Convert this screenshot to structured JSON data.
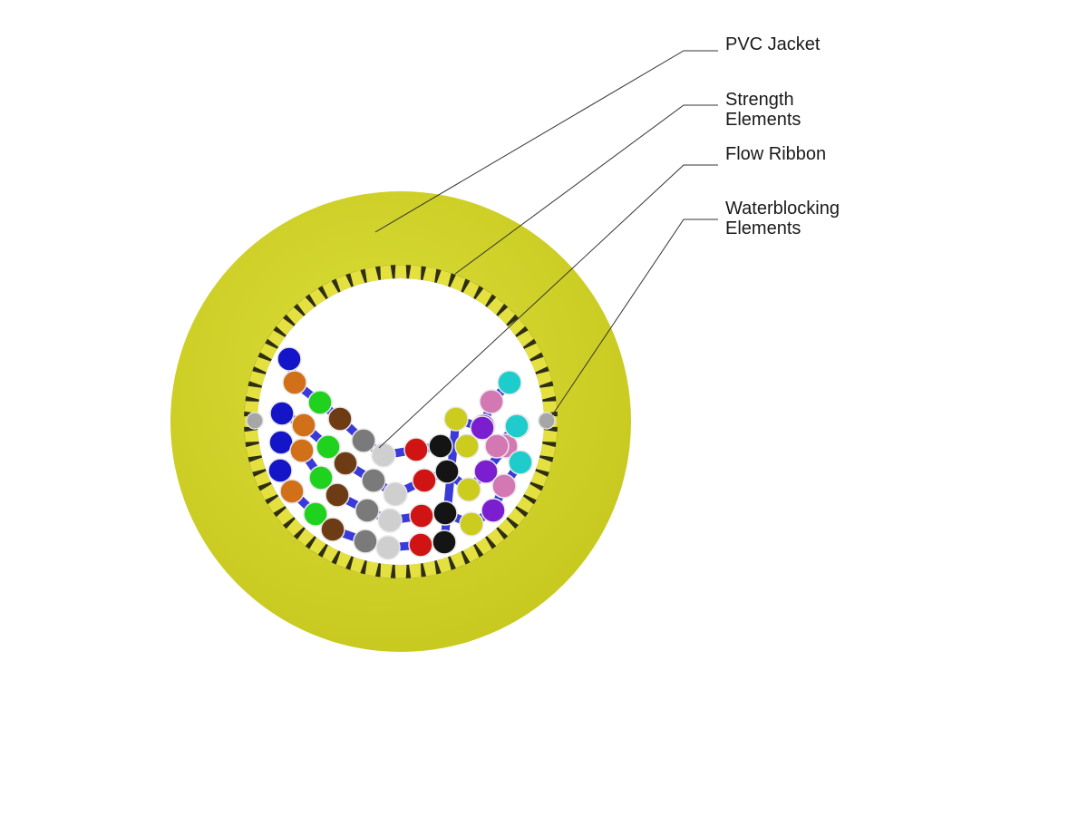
{
  "diagram": {
    "labels": [
      {
        "id": "pvc-jacket",
        "lines": [
          "PVC Jacket"
        ]
      },
      {
        "id": "strength-elements",
        "lines": [
          "Strength",
          "Elements"
        ]
      },
      {
        "id": "flow-ribbon",
        "lines": [
          "Flow Ribbon"
        ]
      },
      {
        "id": "waterblocking-elements",
        "lines": [
          "Waterblocking",
          "Elements"
        ]
      }
    ],
    "colors": {
      "jacket": "#d4d62a",
      "jacket_shade": "#c4c61c",
      "strength_dark": "#3a3a1a",
      "strength_light": "#e4e040",
      "ribbon_matrix": "#3a3ad8",
      "waterblocking": "#a0a0a0",
      "fiber_palette": {
        "blue": "#1414c8",
        "orange": "#d2701a",
        "green": "#1ed21e",
        "brown": "#6e3c14",
        "slate": "#7a7a7a",
        "white": "#cfcfcf",
        "red": "#d01414",
        "black": "#141414",
        "yellow": "#cccc1e",
        "violet": "#7a1ed0",
        "rose": "#d478b4",
        "aqua": "#1ecccc"
      }
    }
  }
}
